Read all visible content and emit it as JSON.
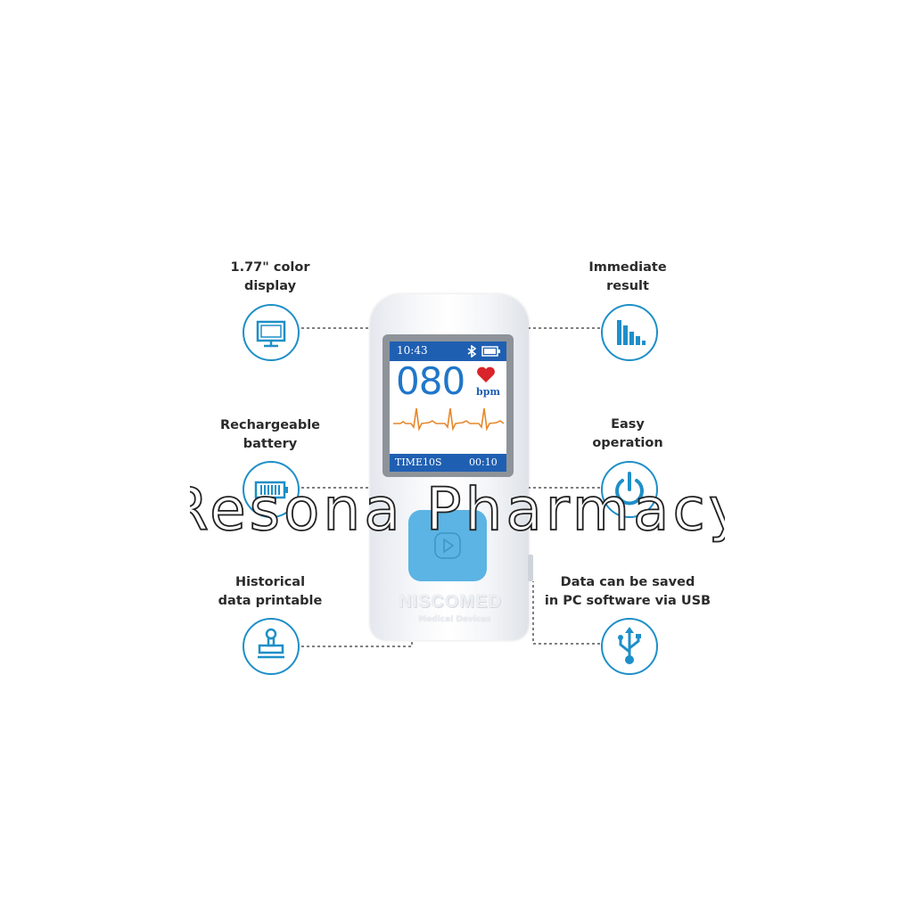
{
  "features": {
    "display": {
      "label": "1.77\" color\ndisplay",
      "icon": "monitor-icon"
    },
    "result": {
      "label": "Immediate\nresult",
      "icon": "bar-chart-icon"
    },
    "battery": {
      "label": "Rechargeable\nbattery",
      "icon": "battery-icon"
    },
    "operation": {
      "label": "Easy\noperation",
      "icon": "power-icon"
    },
    "print": {
      "label": "Historical\ndata printable",
      "icon": "stamp-icon"
    },
    "usb": {
      "label": "Data can be saved\nin PC software via USB",
      "icon": "usb-icon"
    }
  },
  "device": {
    "time": "10:43",
    "heart_rate": "080",
    "unit": "bpm",
    "duration_label": "TIME10S",
    "elapsed": "00:10",
    "brand": "NISCOMED",
    "brand_sub": "Medical Devices",
    "icons": [
      "bluetooth-icon",
      "battery-status-icon",
      "heart-icon",
      "play-icon"
    ]
  },
  "watermark": {
    "text": "Resona Pharmacy"
  },
  "colors": {
    "accent_blue": "#1e8fc8",
    "screen_blue": "#1f5fb2",
    "bpm_blue": "#2076c9",
    "ecg_orange": "#e7872a",
    "heart_red": "#d8242a",
    "button_blue": "#5bb4e3"
  }
}
